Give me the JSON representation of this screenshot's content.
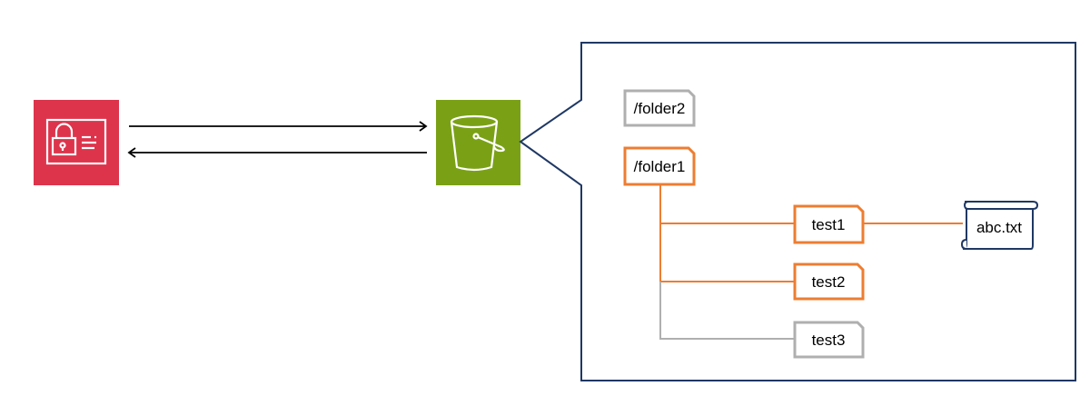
{
  "diagram": {
    "nodes": {
      "iam": {
        "label": "",
        "icon": "iam-credentials-icon",
        "color": "#DD344C"
      },
      "s3": {
        "label": "",
        "icon": "s3-bucket-icon",
        "color": "#7AA116"
      },
      "folder2": {
        "label": "/folder2",
        "state": "inactive"
      },
      "folder1": {
        "label": "/folder1",
        "state": "active"
      },
      "test1": {
        "label": "test1",
        "state": "active"
      },
      "test2": {
        "label": "test2",
        "state": "active"
      },
      "test3": {
        "label": "test3",
        "state": "inactive"
      },
      "file": {
        "label": "abc.txt",
        "icon": "scroll-file-icon"
      }
    },
    "edges": [
      {
        "from": "iam",
        "to": "s3",
        "direction": "forward"
      },
      {
        "from": "s3",
        "to": "iam",
        "direction": "forward"
      },
      {
        "from": "folder1",
        "to": "test1",
        "state": "active"
      },
      {
        "from": "folder1",
        "to": "test2",
        "state": "active"
      },
      {
        "from": "folder1",
        "to": "test3",
        "state": "inactive"
      },
      {
        "from": "test1",
        "to": "file",
        "state": "active"
      }
    ],
    "colors": {
      "active": "#ED7D31",
      "inactive": "#AFAFAF",
      "callout": "#1F3864",
      "arrow": "#000000"
    }
  }
}
